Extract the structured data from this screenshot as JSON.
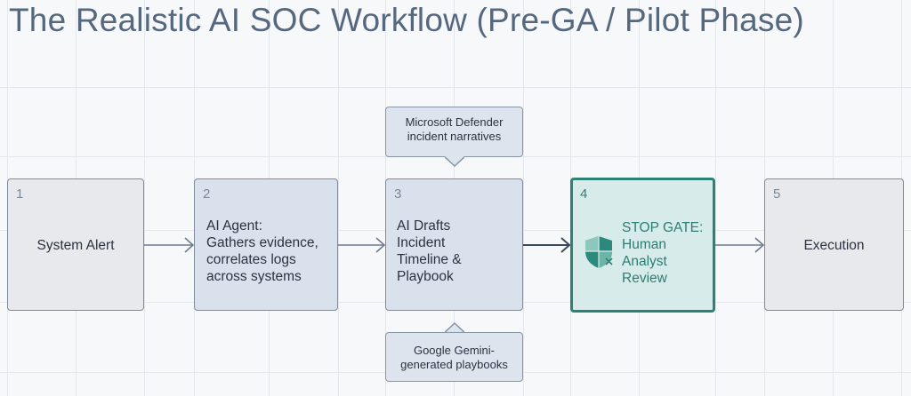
{
  "title": "The Realistic AI SOC Workflow (Pre-GA / Pilot Phase)",
  "colors": {
    "background": "#f7f8fa",
    "title": "#56687f",
    "neutral_box": "#e8e9ec",
    "ai_box": "#d9e1ec",
    "gate_fill": "#d7ecea",
    "gate_accent": "#2c8276",
    "arrow": "#6b7a8c",
    "arrow_dark": "#3d4a5a"
  },
  "steps": [
    {
      "number": "1",
      "label": "System Alert"
    },
    {
      "number": "2",
      "label_lines": [
        "AI Agent:",
        "Gathers evidence,",
        "correlates logs",
        "across systems"
      ]
    },
    {
      "number": "3",
      "label_lines": [
        "AI Drafts",
        "Incident",
        "Timeline &",
        "Playbook"
      ]
    },
    {
      "number": "4",
      "label_lines": [
        "STOP GATE:",
        "Human",
        "Analyst",
        "Review"
      ],
      "icon": "shield-icon"
    },
    {
      "number": "5",
      "label": "Execution"
    }
  ],
  "callouts": {
    "top": [
      "Microsoft Defender",
      "incident narratives"
    ],
    "bottom": [
      "Google Gemini-",
      "generated playbooks"
    ]
  }
}
